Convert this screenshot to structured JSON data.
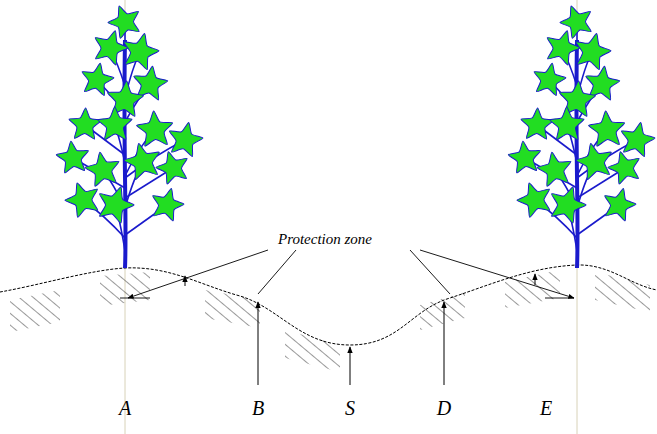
{
  "diagram": {
    "labels": [
      "Protection zone",
      "A",
      "B",
      "S",
      "D",
      "E"
    ]
  }
}
